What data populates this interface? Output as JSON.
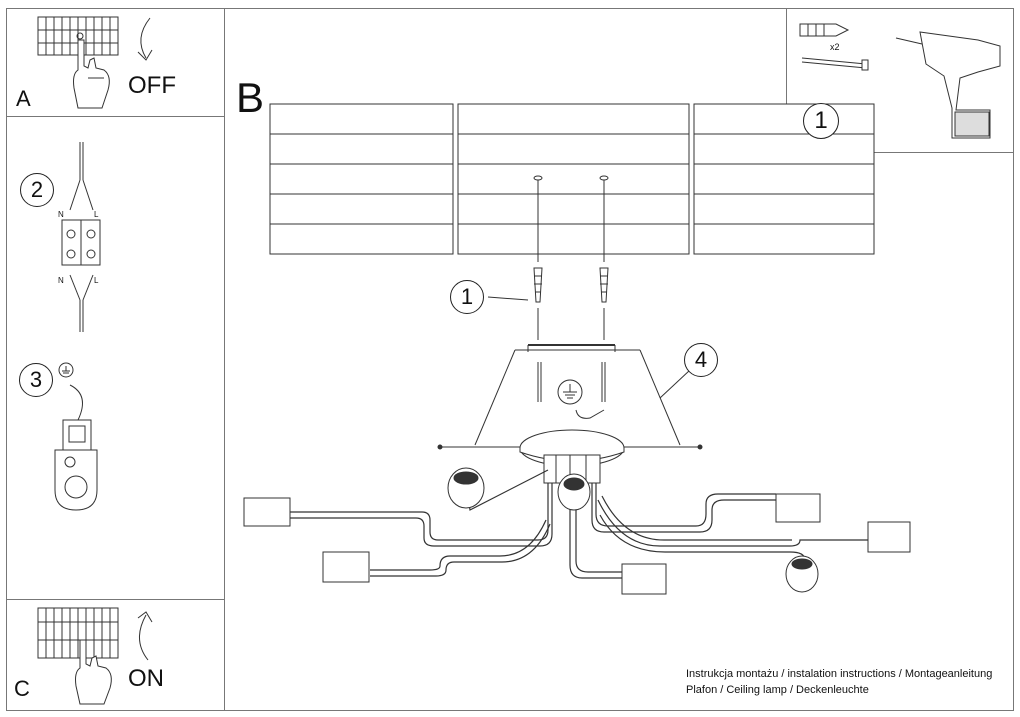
{
  "panels": {
    "a_label": "A",
    "a_action": "OFF",
    "b_label": "B",
    "c_label": "C",
    "c_action": "ON"
  },
  "steps": {
    "step1": "1",
    "step2": "2",
    "step3": "3",
    "step4": "4",
    "tools_multiplier": "x2",
    "wire_n_top": "N",
    "wire_l_top": "L",
    "wire_n_bottom": "N",
    "wire_l_bottom": "L"
  },
  "footer": {
    "line1": "Instrukcja montażu / instalation instructions / Montageanleitung",
    "line2": "Plafon / Ceiling lamp / Deckenleuchte"
  }
}
